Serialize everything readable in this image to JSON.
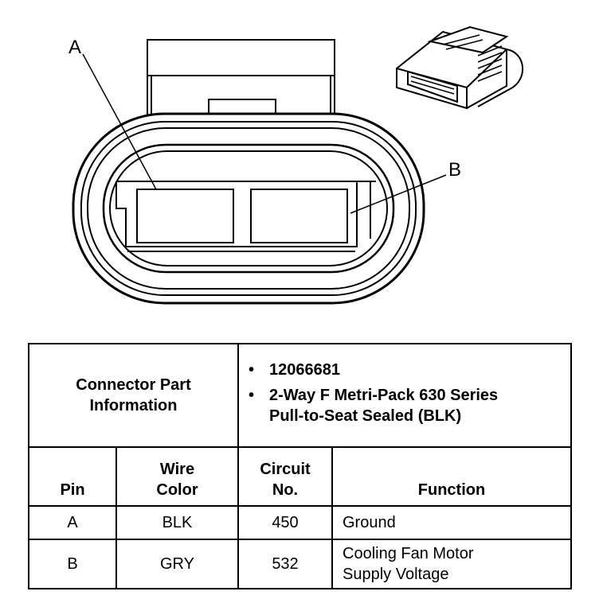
{
  "callouts": {
    "a": "A",
    "b": "B"
  },
  "connector_info": {
    "label": "Connector Part Information",
    "details": [
      "12066681",
      "2-Way F Metri-Pack 630 Series Pull-to-Seat Sealed (BLK)"
    ]
  },
  "table": {
    "headers": {
      "pin": "Pin",
      "wire_color": "Wire Color",
      "circuit_no": "Circuit No.",
      "function": "Function"
    },
    "rows": [
      {
        "pin": "A",
        "wire_color": "BLK",
        "circuit_no": "450",
        "function": "Ground"
      },
      {
        "pin": "B",
        "wire_color": "GRY",
        "circuit_no": "532",
        "function": "Cooling Fan Motor Supply Voltage"
      }
    ]
  },
  "colors": {
    "ink": "#000000",
    "paper": "#ffffff"
  }
}
